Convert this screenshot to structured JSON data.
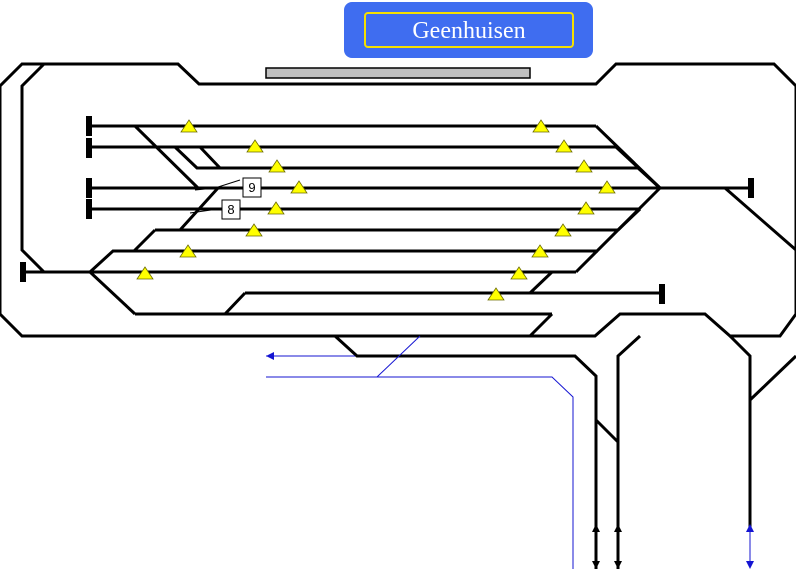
{
  "station": {
    "name": "Geenhuisen"
  },
  "track_labels": [
    "9",
    "8"
  ],
  "colors": {
    "header_background": "#3f6df0",
    "header_border": "#f5e000",
    "track": "#000000",
    "signal": "#ffff00",
    "wire": "#1414d2",
    "platform": "#c0c0c0"
  },
  "icons": {
    "signal": "yellow-triangle-signal-icon",
    "buffer_stop": "buffer-stop-icon",
    "direction": "arrow-icon"
  }
}
